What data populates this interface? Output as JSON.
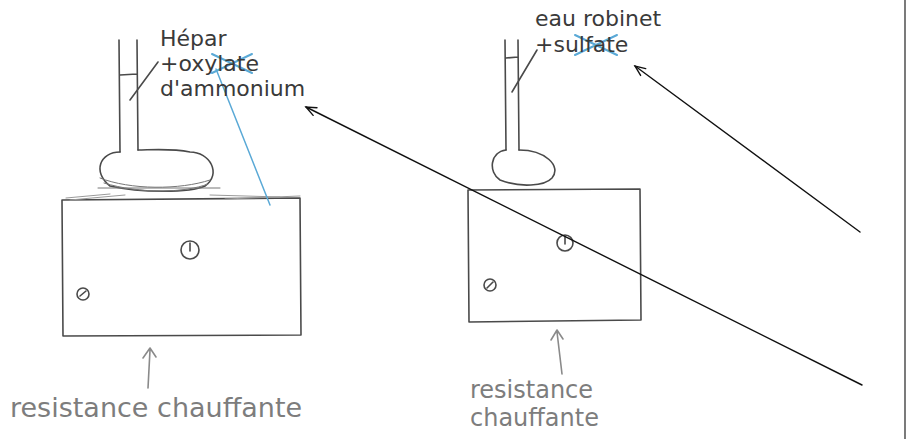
{
  "diagram": {
    "labels": [
      "Hépar +oxylate d'ammonium",
      "resistance chauffante",
      "eau robinet +sulfate",
      "resistance chauffante"
    ]
  }
}
